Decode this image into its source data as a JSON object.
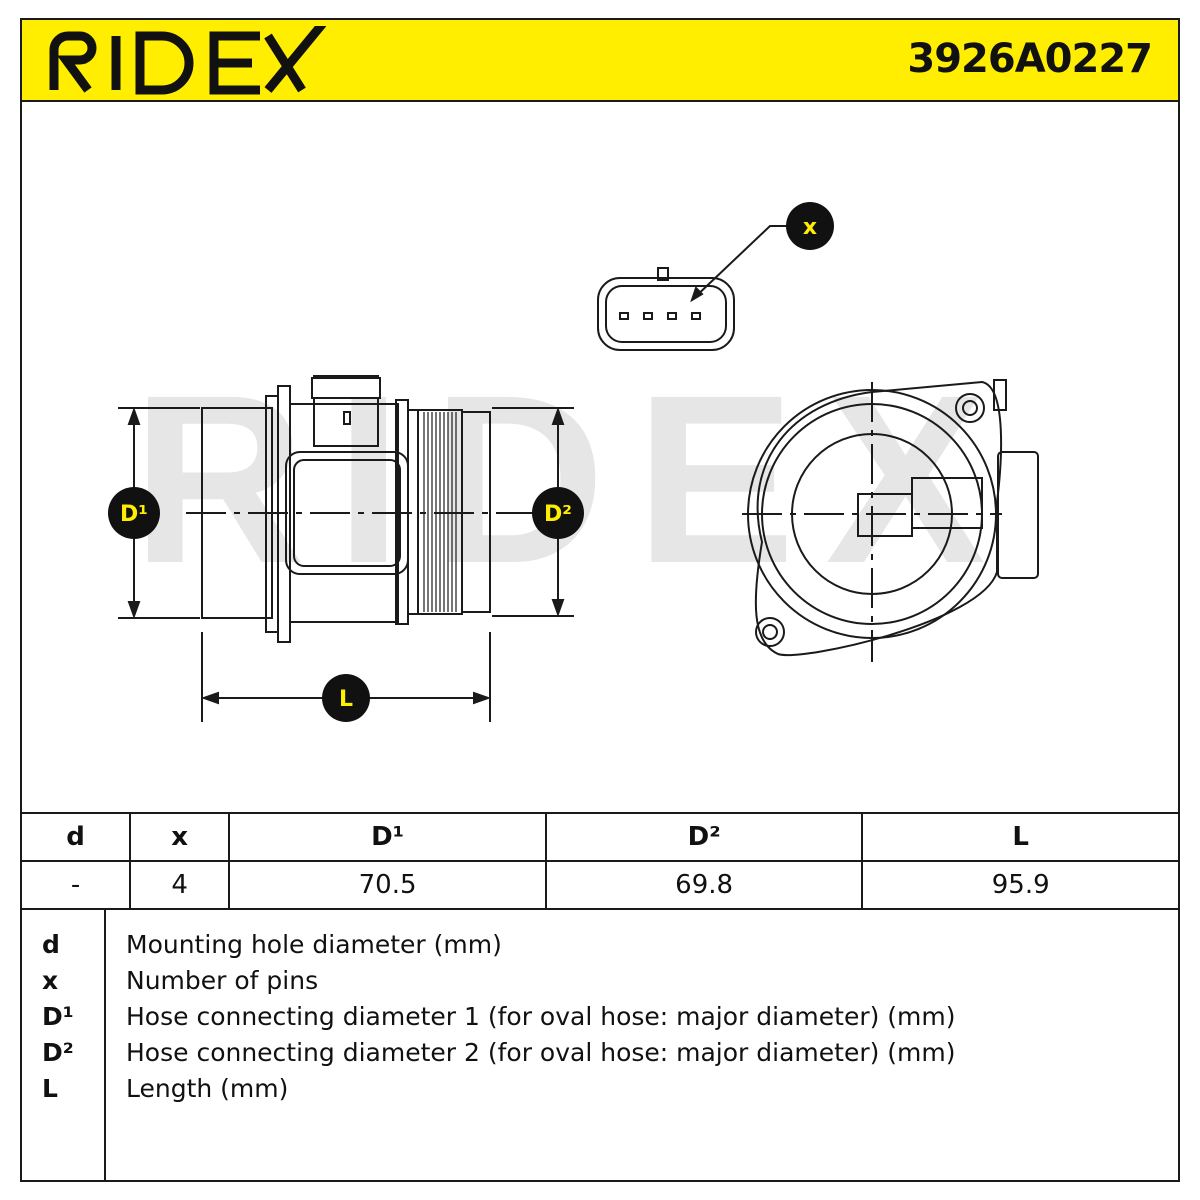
{
  "header": {
    "brand": "RIDEX",
    "part_number": "3926A0227"
  },
  "callouts": {
    "x": "x",
    "d1": "D¹",
    "d2": "D²",
    "l": "L"
  },
  "watermark": "RIDEX",
  "specs": {
    "headers": [
      "d",
      "x",
      "D¹",
      "D²",
      "L"
    ],
    "values": [
      "-",
      "4",
      "70.5",
      "69.8",
      "95.9"
    ]
  },
  "legend": [
    {
      "key": "d",
      "text": "Mounting hole diameter (mm)"
    },
    {
      "key": "x",
      "text": "Number of pins"
    },
    {
      "key": "D¹",
      "text": "Hose connecting diameter 1 (for oval hose: major diameter) (mm)"
    },
    {
      "key": "D²",
      "text": "Hose connecting diameter 2 (for oval hose: major diameter) (mm)"
    },
    {
      "key": "L",
      "text": "Length (mm)"
    }
  ],
  "colors": {
    "accent_yellow": "#ffee00",
    "ink": "#1a1a1a",
    "watermark_gray": "#e3e3e3"
  }
}
